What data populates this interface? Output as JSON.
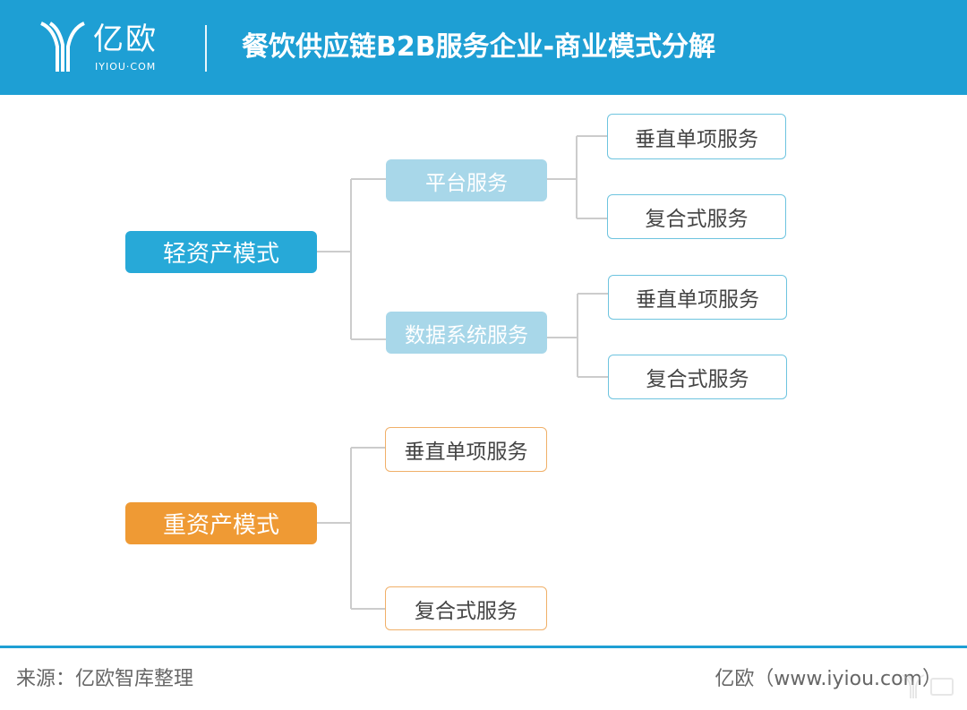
{
  "header": {
    "logo_cn": "亿欧",
    "logo_en": "IYIOU·COM",
    "title": "餐饮供应链B2B服务企业-商业模式分解"
  },
  "diagram": {
    "light_asset": {
      "label": "轻资产模式",
      "platform": {
        "label": "平台服务",
        "children": [
          "垂直单项服务",
          "复合式服务"
        ]
      },
      "data_system": {
        "label": "数据系统服务",
        "children": [
          "垂直单项服务",
          "复合式服务"
        ]
      }
    },
    "heavy_asset": {
      "label": "重资产模式",
      "children": [
        "垂直单项服务",
        "复合式服务"
      ]
    }
  },
  "footer": {
    "source": "来源：亿欧智库整理",
    "credit": "亿欧（www.iyiou.com）"
  },
  "colors": {
    "header_bg": "#1e9fd4",
    "light_root": "#27a9d8",
    "heavy_root": "#ef9a34",
    "mid_fill": "#a8d7e9",
    "leaf_blue_border": "#6ec4df",
    "leaf_orange_border": "#f0b069",
    "connector": "#cccccc"
  },
  "icons": {
    "logo": "iyiou-logo-icon",
    "watermark": "iyiou-watermark-icon"
  }
}
